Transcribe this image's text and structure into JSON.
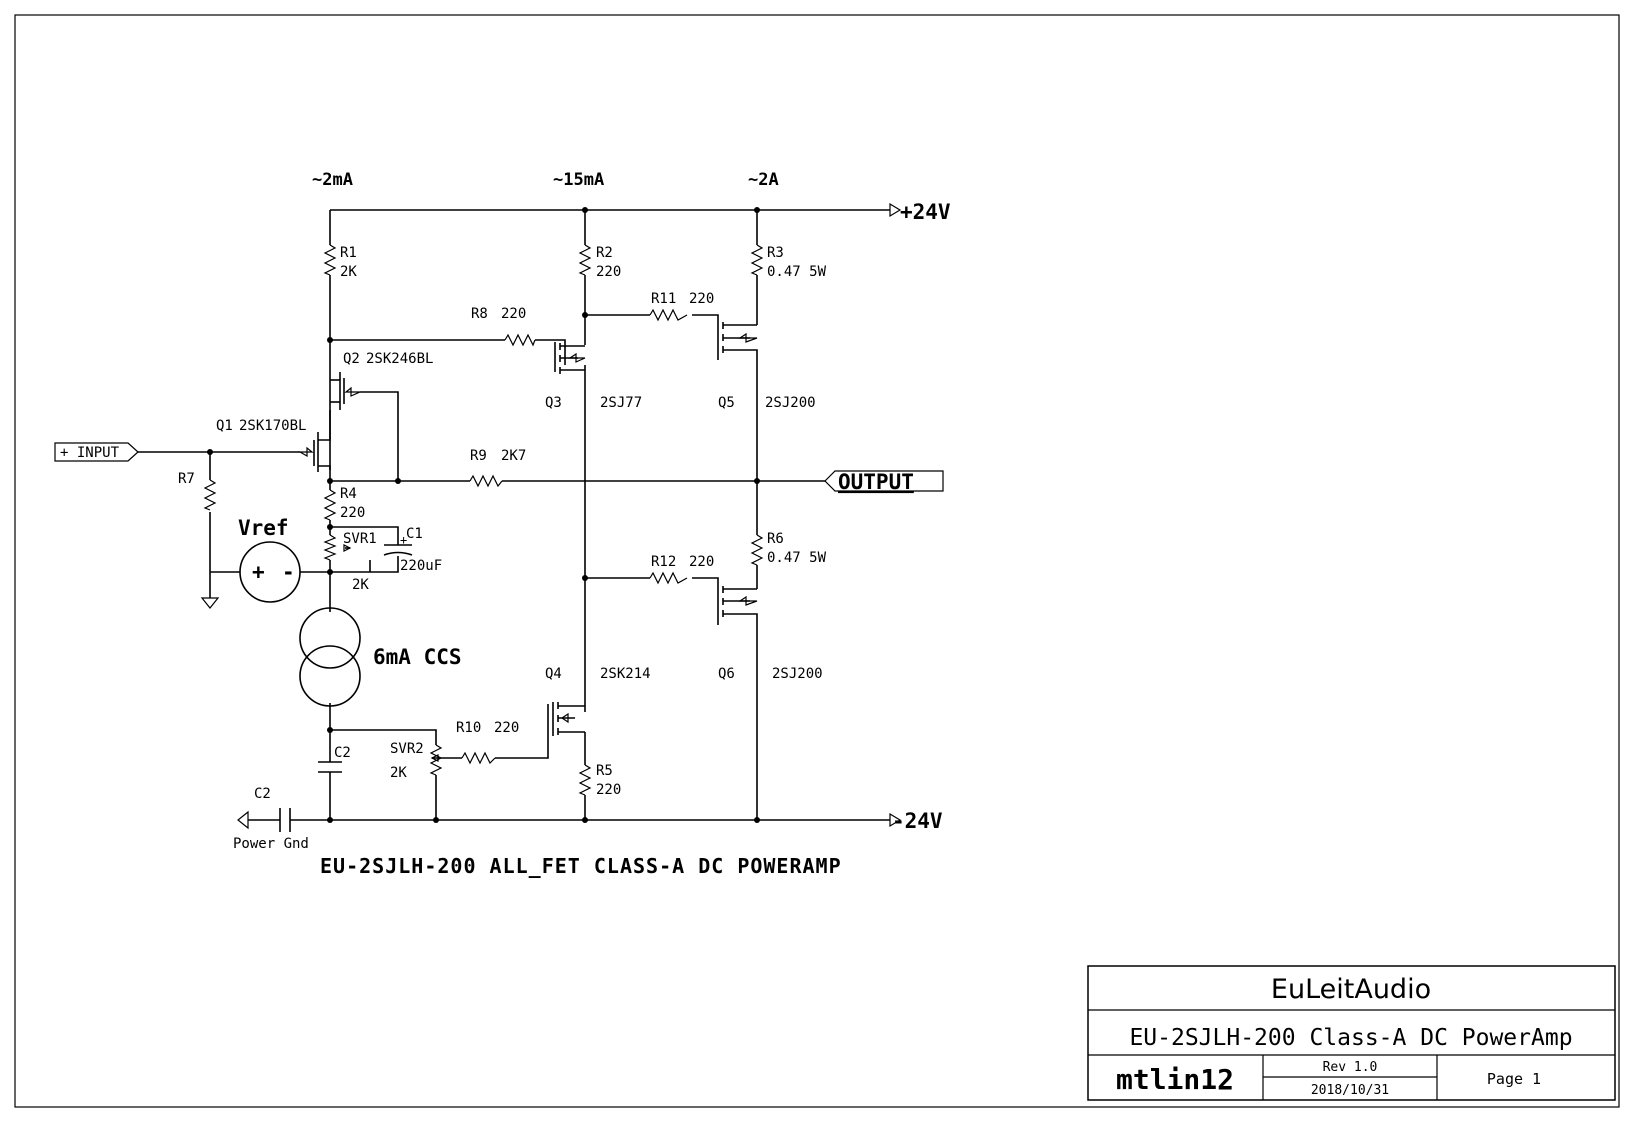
{
  "schematic": {
    "currents": {
      "branch1": "~2mA",
      "branch2": "~15mA",
      "branch3": "~2A"
    },
    "rails": {
      "positive": "+24V",
      "negative": "-24V"
    },
    "ports": {
      "input": "+ INPUT",
      "output": "OUTPUT",
      "power_gnd": "Power Gnd"
    },
    "components": {
      "r1": {
        "ref": "R1",
        "value": "2K"
      },
      "r2": {
        "ref": "R2",
        "value": "220"
      },
      "r3": {
        "ref": "R3",
        "value": "0.47 5W"
      },
      "r4": {
        "ref": "R4",
        "value": "220"
      },
      "r5": {
        "ref": "R5",
        "value": "220"
      },
      "r6": {
        "ref": "R6",
        "value": "0.47 5W"
      },
      "r7": {
        "ref": "R7"
      },
      "r8": {
        "ref": "R8",
        "value": "220"
      },
      "r9": {
        "ref": "R9",
        "value": "2K7"
      },
      "r10": {
        "ref": "R10",
        "value": "220"
      },
      "r11": {
        "ref": "R11",
        "value": "220"
      },
      "r12": {
        "ref": "R12",
        "value": "220"
      },
      "svr1": {
        "ref": "SVR1",
        "value": "2K"
      },
      "svr2": {
        "ref": "SVR2",
        "value": "2K"
      },
      "c1": {
        "ref": "C1",
        "value": "220uF"
      },
      "c2a": {
        "ref": "C2"
      },
      "c2b": {
        "ref": "C2"
      },
      "q1": {
        "ref": "Q1",
        "part": "2SK170BL"
      },
      "q2": {
        "ref": "Q2",
        "part": "2SK246BL"
      },
      "q3": {
        "ref": "Q3",
        "part": "2SJ77"
      },
      "q4": {
        "ref": "Q4",
        "part": "2SK214"
      },
      "q5": {
        "ref": "Q5",
        "part": "2SJ200"
      },
      "q6": {
        "ref": "Q6",
        "part": "2SJ200"
      },
      "vref": {
        "label": "Vref",
        "plus": "+",
        "minus": "-"
      },
      "ccs": {
        "label": "6mA CCS"
      }
    },
    "title": "EU-2SJLH-200 ALL_FET CLASS-A DC POWERAMP"
  },
  "title_block": {
    "company": "EuLeitAudio",
    "project": "EU-2SJLH-200 Class-A DC PowerAmp",
    "author": "mtlin12",
    "revision": "Rev 1.0",
    "date": "2018/10/31",
    "page": "Page 1"
  }
}
